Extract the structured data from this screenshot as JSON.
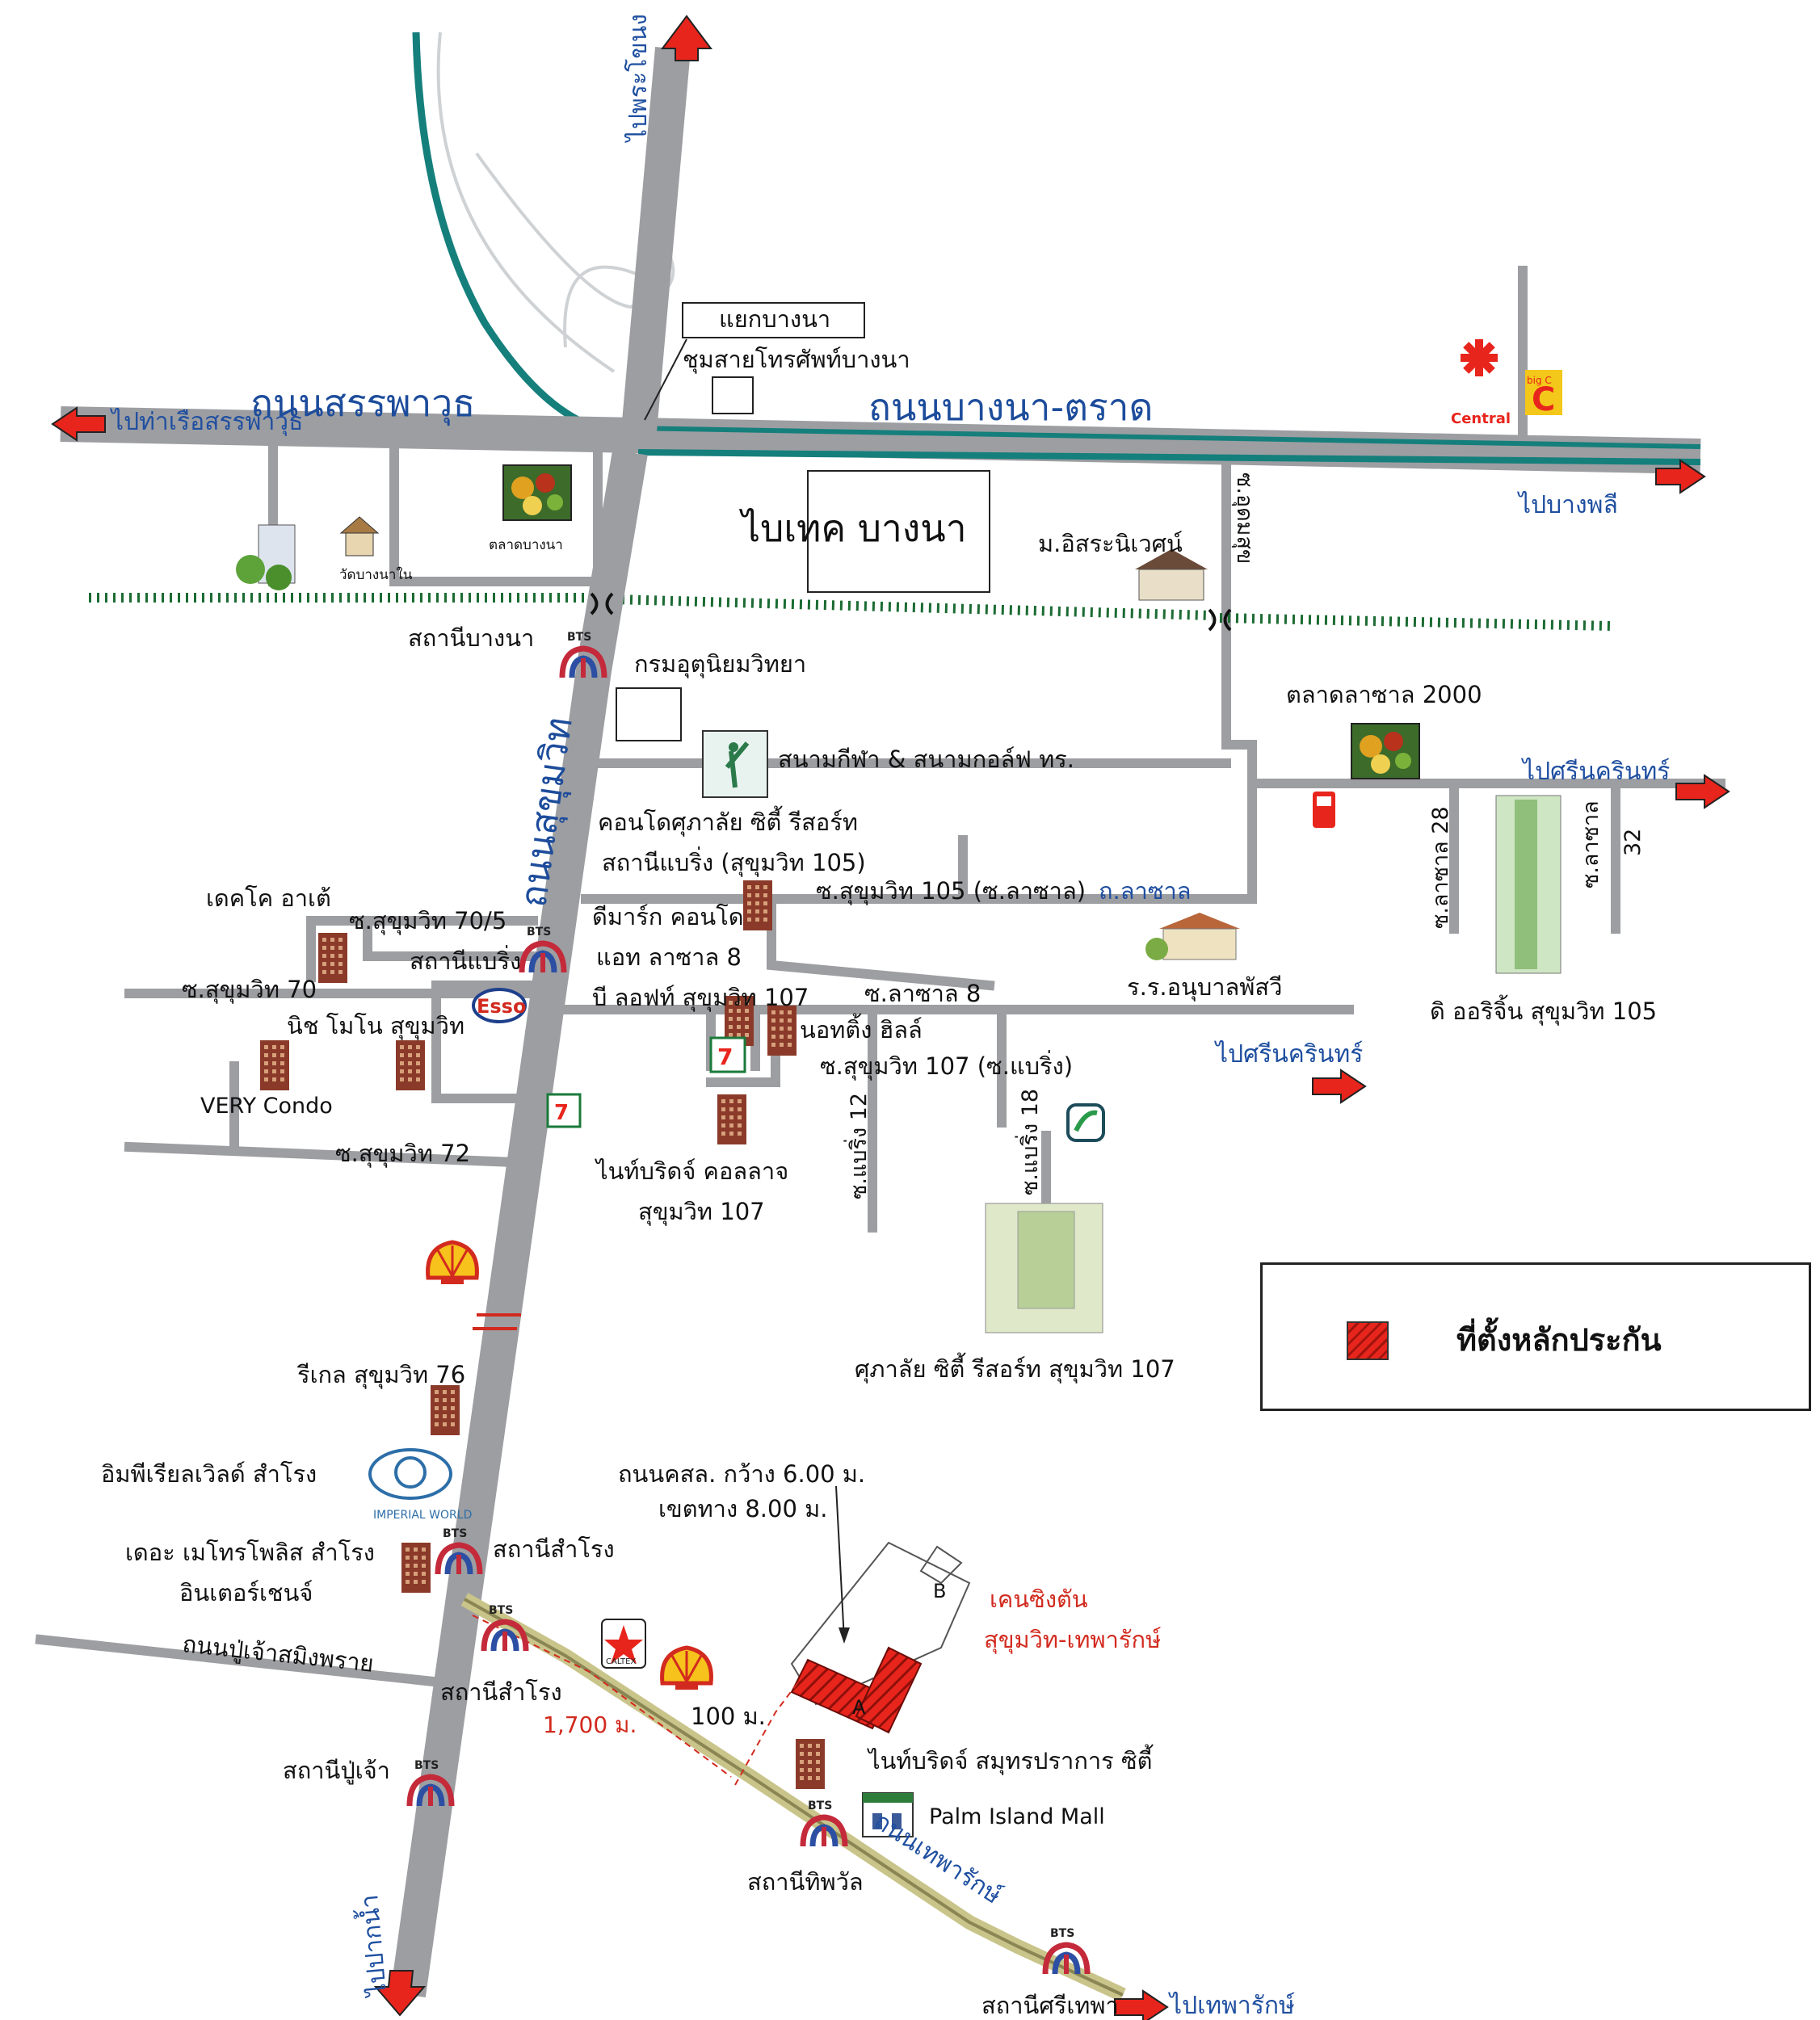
{
  "roads": {
    "sanphawut": "ถนนสรรพาวุธ",
    "bangna_trat": "ถนนบางนา-ตราด",
    "sukhumvit": "ถนนสุขุมวิท",
    "theparak": "ถนนเทพารักษ์",
    "pu_chao": "ถนนปู่เจ้าสมิงพราย",
    "ksl_width": "ถนนคสล. กว้าง 6.00 ม.",
    "ksl_row": "เขตทาง 8.00 ม."
  },
  "directions": {
    "to_phra_khanong": "ไปพระโขนง",
    "to_sanphawut_pier": "ไปท่าเรือสรรพาวุธ",
    "to_bang_phli": "ไปบางพลี",
    "to_srinakarin_1": "ไปศรีนครินทร์",
    "to_srinakarin_2": "ไปศรีนครินทร์",
    "to_pak_nam": "ไปปากน้ำ",
    "to_theparak": "ไปเทพารักษ์"
  },
  "places": {
    "yaek_bangna": "แยกบางนา",
    "telephone_exchange": "ชุมสายโทรศัพท์บางนา",
    "bangna_market": "ตลาดบางนา",
    "wat_bangna_nai": "วัดบางนาใน",
    "bitec": "ไบเทค บางนา",
    "isara_niwet": "ม.อิสระนิเวศน์",
    "bangna_station": "สถานีบางนา",
    "meteorology": "กรมอุตุนิยมวิทยา",
    "golf": "สนามกีฬา & สนามกอล์ฟ ทร.",
    "supalai_condo_1": "คอนโดศุภาลัย ซิตี้ รีสอร์ท",
    "supalai_condo_2": "สถานีแบริ่ง (สุขุมวิท 105)",
    "dmark_1": "ดีมาร์ก คอนโด",
    "dmark_2": "แอท ลาซาล 8",
    "b_loft": "บี ลอฟท์ สุขุมวิท 107",
    "notting_hill": "นอทติ้ง ฮิลล์",
    "decoco": "เดคโค อาเต้",
    "bearing_station": "สถานีแบริ่ง",
    "niche_mono": "นิช โมโน สุขุมวิท",
    "very_condo": "VERY Condo",
    "lasalle_market": "ตลาดลาซาล 2000",
    "anuban": "ร.ร.อนุบาลพัสวี",
    "origin": "ดิ ออริจิ้น สุขุมวิท 105",
    "ninebridge_collage_1": "ไนท์บริดจ์ คอลลาจ",
    "ninebridge_collage_2": "สุขุมวิท 107",
    "supalai_107": "ศุภาลัย ซิตี้ รีสอร์ท สุขุมวิท 107",
    "regal": "รีเกล สุขุมวิท 76",
    "imperial": "อิมพีเรียลเวิลด์ สำโรง",
    "imperial_logo": "IMPERIAL WORLD",
    "metropolis_1": "เดอะ เมโทรโพลิส สำโรง",
    "metropolis_2": "อินเตอร์เชนจ์",
    "samrong_station_1": "สถานีสำโรง",
    "samrong_station_2": "สถานีสำโรง",
    "puchao_station": "สถานีปู่เจ้า",
    "kensington_1": "เคนซิงตัน",
    "kensington_2": "สุขุมวิท-เทพารักษ์",
    "ninebridge_sp": "ไนท์บริดจ์ สมุทรปราการ ซิตี้",
    "palm_island": "Palm Island Mall",
    "thipphawan_station": "สถานีทิพวัล",
    "srithepha_station": "สถานีศรีเทพา",
    "central": "Central",
    "big_c": "big C",
    "caltex": "CALTEX",
    "esso": "Esso"
  },
  "sois": {
    "soi_70_5": "ซ.สุขุมวิท 70/5",
    "soi_70": "ซ.สุขุมวิท 70",
    "soi_72": "ซ.สุขุมวิท 72",
    "soi_105": "ซ.สุขุมวิท 105 (ซ.ลาซาล)",
    "lasalle_road": "ถ.ลาซาล",
    "soi_lasalle_8": "ซ.ลาซาล 8",
    "soi_107": "ซ.สุขุมวิท 107 (ซ.แบริ่ง)",
    "soi_bearing_12": "ซ.แบริ่ง 12",
    "soi_bearing_18": "ซ.แบริ่ง 18",
    "soi_udomsuk": "ซ.อุดมสุข",
    "soi_lasalle_28": "ซ.ลาซาล 28",
    "soi_lasalle": "ซ.ลาซาล",
    "soi_32": "32"
  },
  "distances": {
    "d_1700": "1,700 ม.",
    "d_100": "100 ม.",
    "point_a": "A",
    "point_b": "B"
  },
  "legend": {
    "collateral": "ที่ตั้งหลักประกัน"
  },
  "colors": {
    "road": "#9d9ea2",
    "road_edge": "#6e6f73",
    "expressway": "#157f7c",
    "road_label": "#1d4c9b",
    "arrow": "#e8251c",
    "collateral": "#e8251c",
    "bts": "#c42a3a"
  }
}
